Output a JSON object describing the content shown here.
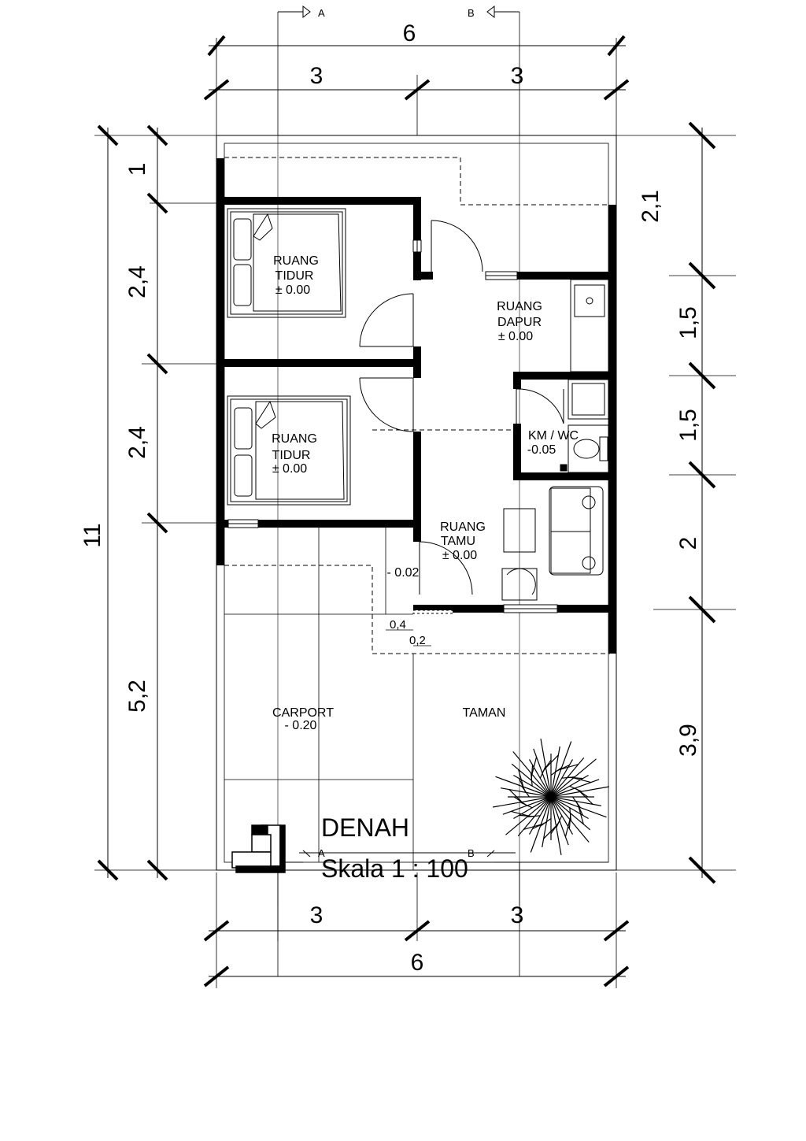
{
  "dims": {
    "top_total": "6",
    "top_left": "3",
    "top_right": "3",
    "bottom_left": "3",
    "bottom_right": "3",
    "bottom_total": "6",
    "left_total": "11",
    "left_1": "1",
    "left_2": "2,4",
    "left_3": "2,4",
    "left_4": "5,2",
    "right_1": "2,1",
    "right_2": "1,5",
    "right_3": "1,5",
    "right_4": "2",
    "right_5": "3,9",
    "step_w": "0,4",
    "step_h": "0,2"
  },
  "section_marks": {
    "a": "A",
    "b": "B"
  },
  "rooms": {
    "bed1": {
      "name1": "RUANG",
      "name2": "TIDUR",
      "level": "± 0.00"
    },
    "bed2": {
      "name1": "RUANG",
      "name2": "TIDUR",
      "level": "± 0.00"
    },
    "kitchen": {
      "name1": "RUANG",
      "name2": "DAPUR",
      "level": "± 0.00"
    },
    "wc": {
      "name": "KM / WC",
      "level": "-0.05"
    },
    "living": {
      "name1": "RUANG",
      "name2": "TAMU",
      "level": "± 0.00"
    },
    "terrace": {
      "level": "- 0.02"
    },
    "carport": {
      "name": "CARPORT",
      "level": "- 0.20"
    },
    "garden": {
      "name": "TAMAN"
    }
  },
  "title": {
    "name": "DENAH",
    "scale": "Skala 1 : 100"
  }
}
